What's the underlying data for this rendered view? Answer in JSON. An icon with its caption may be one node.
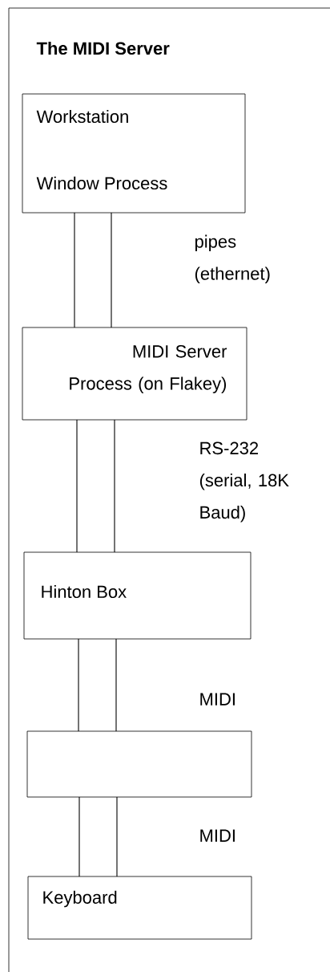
{
  "diagram": {
    "title": "The MIDI Server",
    "nodes": [
      {
        "text": [
          "Workstation",
          "Window Process"
        ]
      },
      {
        "text": [
          "MIDI Server Process (on Flakey)"
        ]
      },
      {
        "text": [
          "Hinton Box"
        ]
      },
      {
        "text": [],
        "shape": "box"
      },
      {
        "text": [
          "Keyboard"
        ]
      }
    ],
    "edges": [
      {
        "from": 0,
        "to": 1,
        "arrow": "none"
      },
      {
        "from": 0,
        "to": 1,
        "arrow": "none"
      },
      {
        "from": 1,
        "to": 2,
        "arrow": "none"
      },
      {
        "from": 1,
        "to": 2,
        "arrow": "none"
      },
      {
        "from": 2,
        "to": 3,
        "arrow": "none"
      },
      {
        "from": 2,
        "to": 3,
        "arrow": "none"
      },
      {
        "from": 3,
        "to": 4,
        "arrow": "none"
      },
      {
        "from": 3,
        "to": 4,
        "arrow": "none"
      }
    ],
    "labels": [
      "pipes (ethernet)",
      "RS-232 (serial, 18K Baud)",
      "MIDI",
      "MIDI"
    ]
  }
}
